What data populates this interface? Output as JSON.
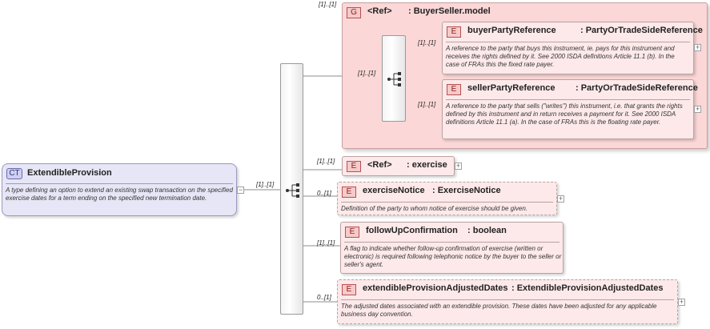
{
  "root": {
    "badge": "CT",
    "name": "ExtendibleProvision",
    "description": "A type defining an option to extend an existing swap transaction on the specified exercise dates for a term ending on the specified new termination date.",
    "expand_symbol": "−"
  },
  "root_cardinality": "[1]..[1]",
  "group": {
    "badge": "G",
    "ref": "<Ref>",
    "name": ": BuyerSeller.model",
    "cardinality": "[1]..[1]",
    "sequence_cardinality": "[1]..[1]",
    "elements": [
      {
        "badge": "E",
        "name": "buyerPartyReference",
        "type": ": PartyOrTradeSideReference",
        "cardinality": "[1]..[1]",
        "description": "A reference to the party that buys this instrument, ie. pays for this instrument and receives the rights defined by it. See 2000 ISDA definitions Article 11.1 (b). In the case of FRAs this the fixed rate payer.",
        "expand_symbol": "+"
      },
      {
        "badge": "E",
        "name": "sellerPartyReference",
        "type": ": PartyOrTradeSideReference",
        "cardinality": "[1]..[1]",
        "description": "A reference to the party that sells (\"writes\") this instrument, i.e. that grants the rights defined by this instrument and in return receives a payment for it. See 2000 ISDA definitions Article 11.1 (a). In the case of FRAs this is the floating rate payer.",
        "expand_symbol": "+"
      }
    ]
  },
  "elements": [
    {
      "badge": "E",
      "ref": "<Ref>",
      "name": ": exercise",
      "cardinality": "[1]..[1]",
      "expand_symbol": "+"
    },
    {
      "badge": "E",
      "name": "exerciseNotice",
      "type": ": ExerciseNotice",
      "cardinality": "0..[1]",
      "description": "Definition of the party to whom notice of exercise should be given.",
      "expand_symbol": "+"
    },
    {
      "badge": "E",
      "name": "followUpConfirmation",
      "type": ": boolean",
      "cardinality": "[1]..[1]",
      "description": "A flag to indicate whether follow-up confirmation of exercise (written or electronic) is required following telephonic notice by the buyer to the seller or seller's agent."
    },
    {
      "badge": "E",
      "name": "extendibleProvisionAdjustedDates",
      "type": ": ExtendibleProvisionAdjustedDates",
      "cardinality": "0..[1]",
      "description": "The adjusted dates associated with an extendible provision. These dates have been adjusted for any applicable business day convention.",
      "expand_symbol": "+"
    }
  ]
}
